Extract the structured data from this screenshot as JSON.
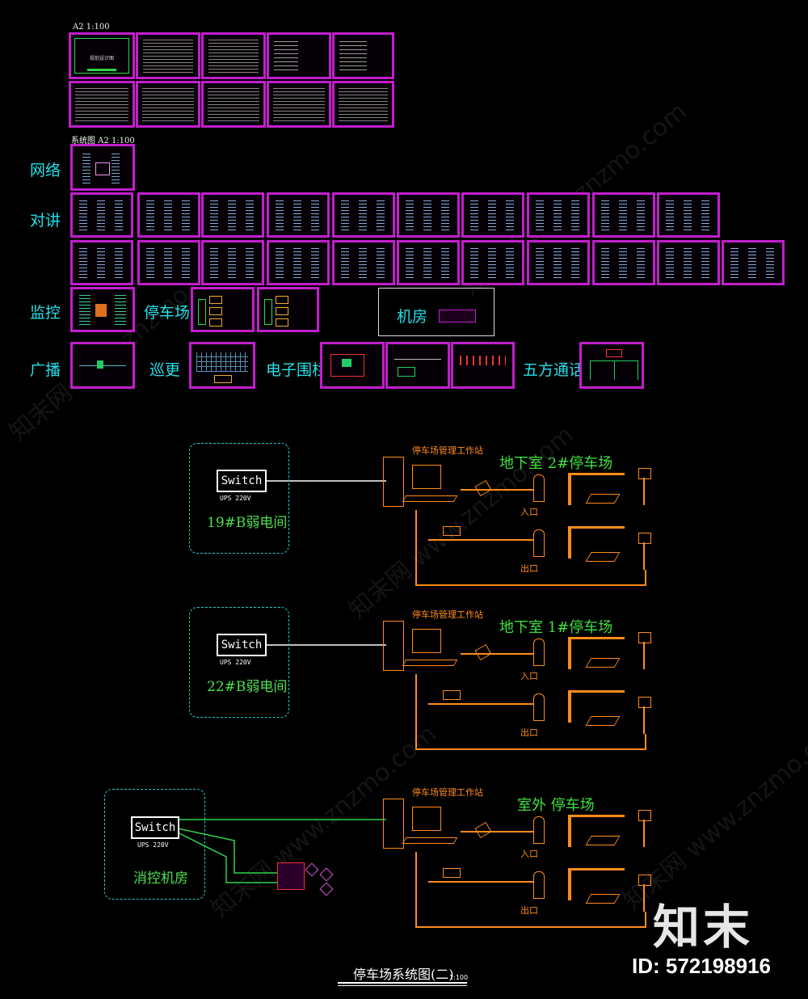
{
  "top": {
    "scale_label_1": "A2 1:100",
    "scale_label_2": "系统图  A2 1:100",
    "cover_sheet_text": "规划设计图",
    "categories": {
      "network": "网络",
      "intercom": "对讲",
      "monitor": "监控",
      "parking": "停车场",
      "machine_room": "机房",
      "broadcast": "广播",
      "patrol": "巡更",
      "fence": "电子围栏",
      "five_way": "五方通话"
    }
  },
  "diagram": {
    "rooms": [
      {
        "switch": "Switch",
        "ups": "UPS 220V",
        "name": "19#B弱电间"
      },
      {
        "switch": "Switch",
        "ups": "UPS 220V",
        "name": "22#B弱电间"
      },
      {
        "switch": "Switch",
        "ups": "UPS 220V",
        "name": "消控机房"
      }
    ],
    "stations": [
      {
        "workstation": "停车场管理工作站",
        "lot": "地下室  2#停车场",
        "entry": "入口",
        "exit": "出口"
      },
      {
        "workstation": "停车场管理工作站",
        "lot": "地下室  1#停车场",
        "entry": "入口",
        "exit": "出口"
      },
      {
        "workstation": "停车场管理工作站",
        "lot": "室外  停车场",
        "entry": "入口",
        "exit": "出口"
      }
    ],
    "title": "停车场系统图(二)",
    "title_scale": "1:100"
  },
  "branding": {
    "logo": "知末",
    "id": "ID: 572198916",
    "watermark": "知末网 www.znzmo.com"
  },
  "colors": {
    "sheet_border": "#c21ecc",
    "label": "#22e0e8",
    "room_text": "#4ee04e",
    "cad_orange": "#ff8c1a",
    "dash_box": "#1fd0cf"
  }
}
